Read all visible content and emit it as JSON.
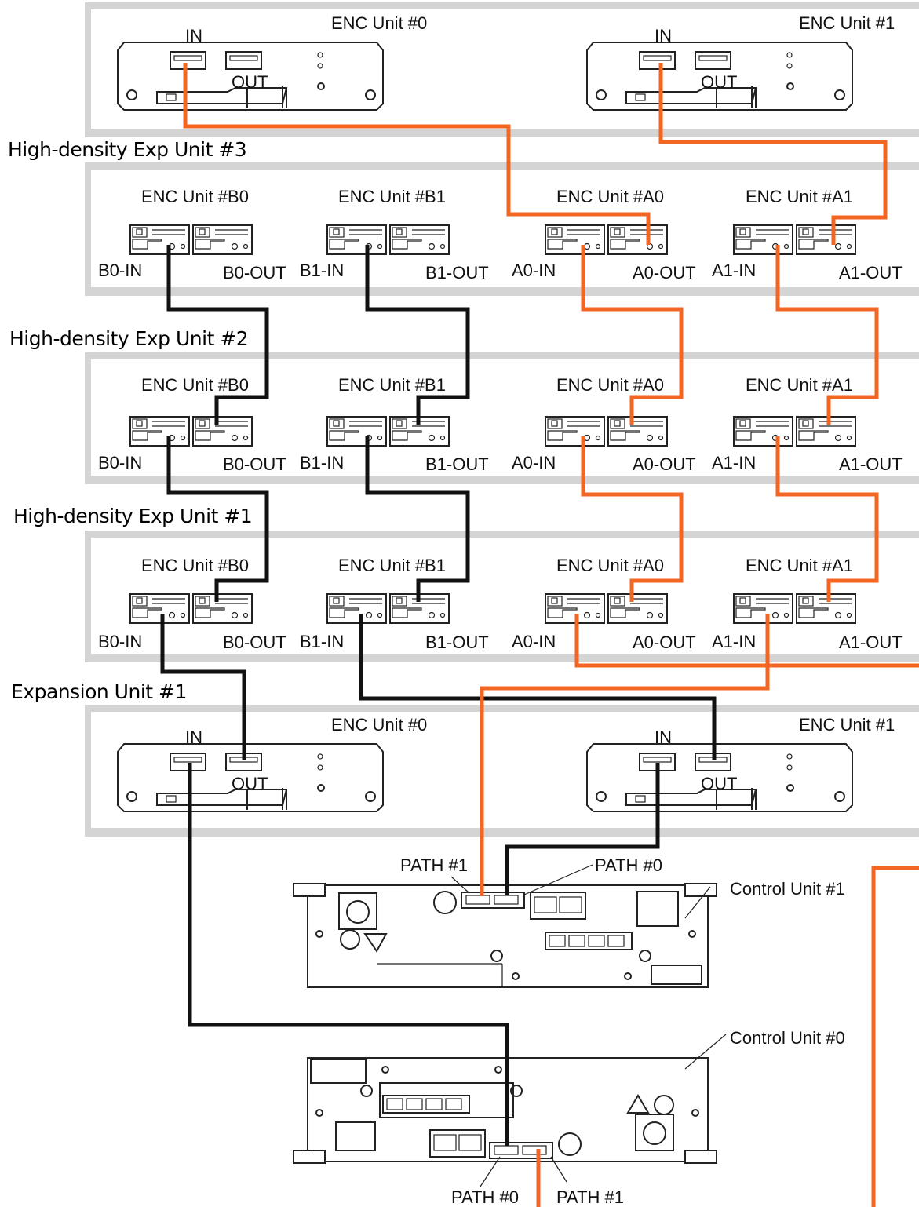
{
  "units": {
    "hd3_title": "High-density Exp Unit #3",
    "hd2_title": "High-density Exp Unit #2",
    "hd1_title": "High-density Exp Unit #1",
    "exp1_title": "Expansion Unit #1"
  },
  "enc": {
    "enc0": "ENC Unit #0",
    "enc1": "ENC Unit #1",
    "b0": "ENC Unit #B0",
    "b1": "ENC Unit #B1",
    "a0": "ENC Unit #A0",
    "a1": "ENC Unit #A1"
  },
  "ports": {
    "in": "IN",
    "out": "OUT",
    "b0_in": "B0-IN",
    "b0_out": "B0-OUT",
    "b1_in": "B1-IN",
    "b1_out": "B1-OUT",
    "a0_in": "A0-IN",
    "a0_out": "A0-OUT",
    "a1_in": "A1-IN",
    "a1_out": "A1-OUT"
  },
  "controllers": {
    "cu1": "Control Unit #1",
    "cu0": "Control Unit #0",
    "path0": "PATH #0",
    "path1": "PATH #1"
  },
  "colors": {
    "orange_cable": "#f26522",
    "black_cable": "#111111"
  }
}
